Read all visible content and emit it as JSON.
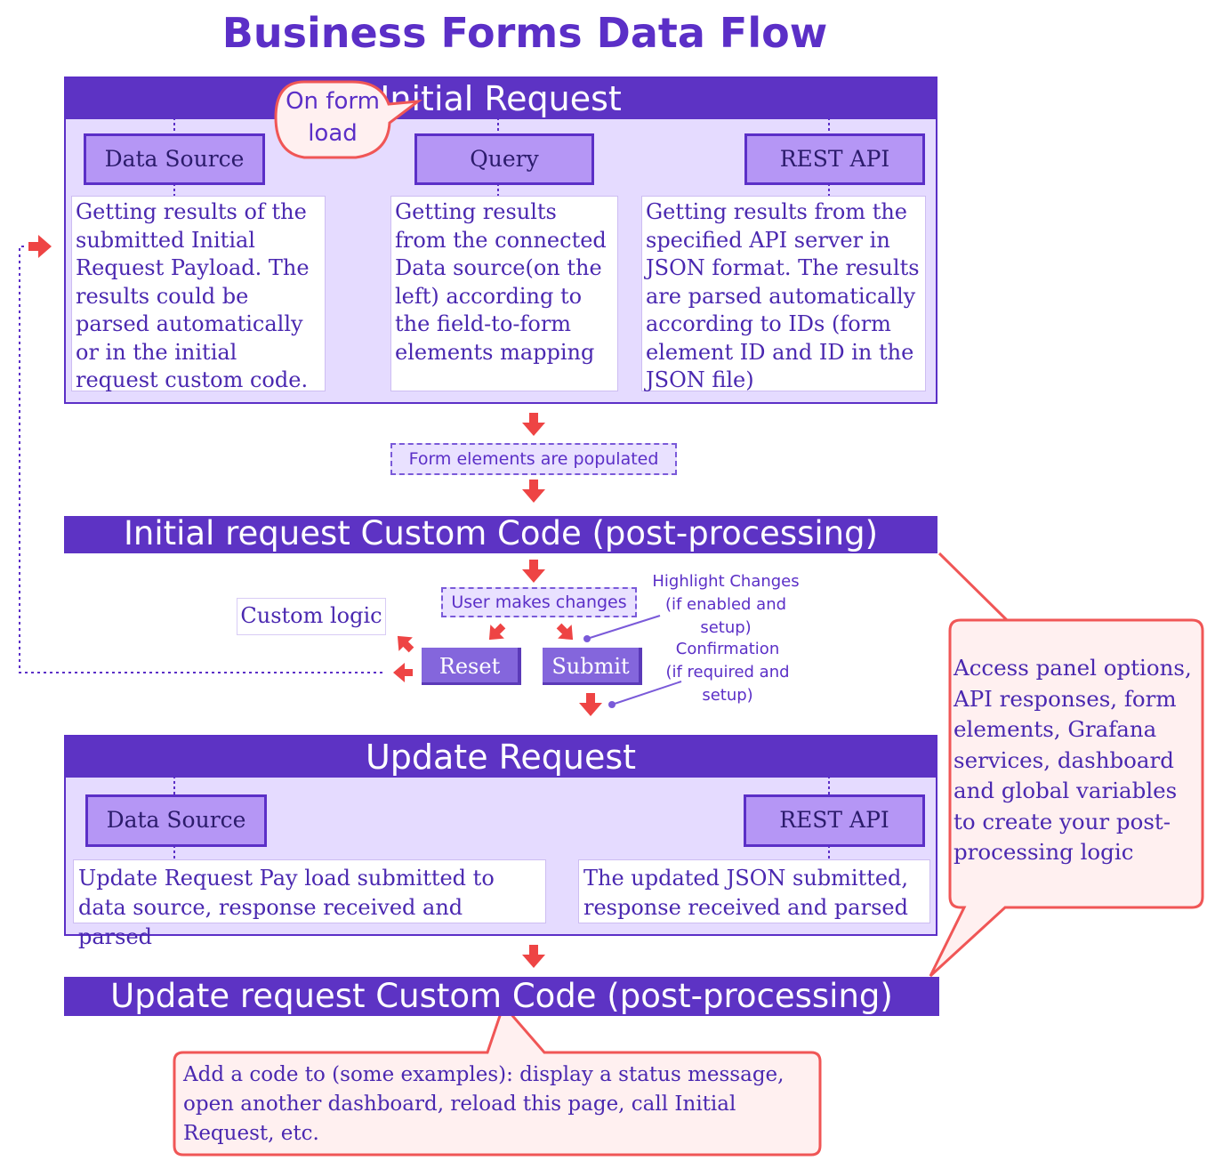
{
  "title": "Business Forms Data Flow",
  "initial_request": {
    "header": "Initial Request",
    "bubble": "On form load",
    "columns": [
      {
        "label": "Data Source",
        "description": "Getting results of the submitted Initial Request Payload. The results could be parsed automatically or in the initial request custom code."
      },
      {
        "label": "Query",
        "description": "Getting results from the connected Data source(on the left) according to the field-to-form elements mapping"
      },
      {
        "label": "REST API",
        "description": "Getting results from the specified API server in JSON format. The results are parsed automatically according to IDs (form element ID and ID in the JSON file)"
      }
    ]
  },
  "populated_label": "Form elements are populated",
  "initial_custom_code": "Initial request Custom Code (post-processing)",
  "user_changes": "User makes changes",
  "custom_logic": "Custom logic",
  "buttons": {
    "reset": "Reset",
    "submit": "Submit"
  },
  "notes": {
    "highlight": "Highlight Changes\n(if enabled and setup)",
    "confirmation": "Confirmation\n(if required and setup)"
  },
  "update_request": {
    "header": "Update Request",
    "columns": [
      {
        "label": "Data Source",
        "description": "Update Request Pay load submitted to data source, response received and parsed"
      },
      {
        "label": "REST API",
        "description": "The updated JSON submitted, response received and parsed"
      }
    ]
  },
  "update_custom_code": "Update request Custom Code (post-processing)",
  "callouts": {
    "right": "Access panel options, API responses, form elements, Grafana services, dashboard and global variables to create your post-processing logic",
    "bottom": "Add a code to (some examples): display a status message, open another dashboard, reload this page, call Initial Request, etc."
  },
  "colors": {
    "accent": "#5d33c4",
    "section_bg": "#e5dbff",
    "box": "#b596f5",
    "arrow": "#ee4444",
    "callout_bg": "#fff0f0"
  }
}
